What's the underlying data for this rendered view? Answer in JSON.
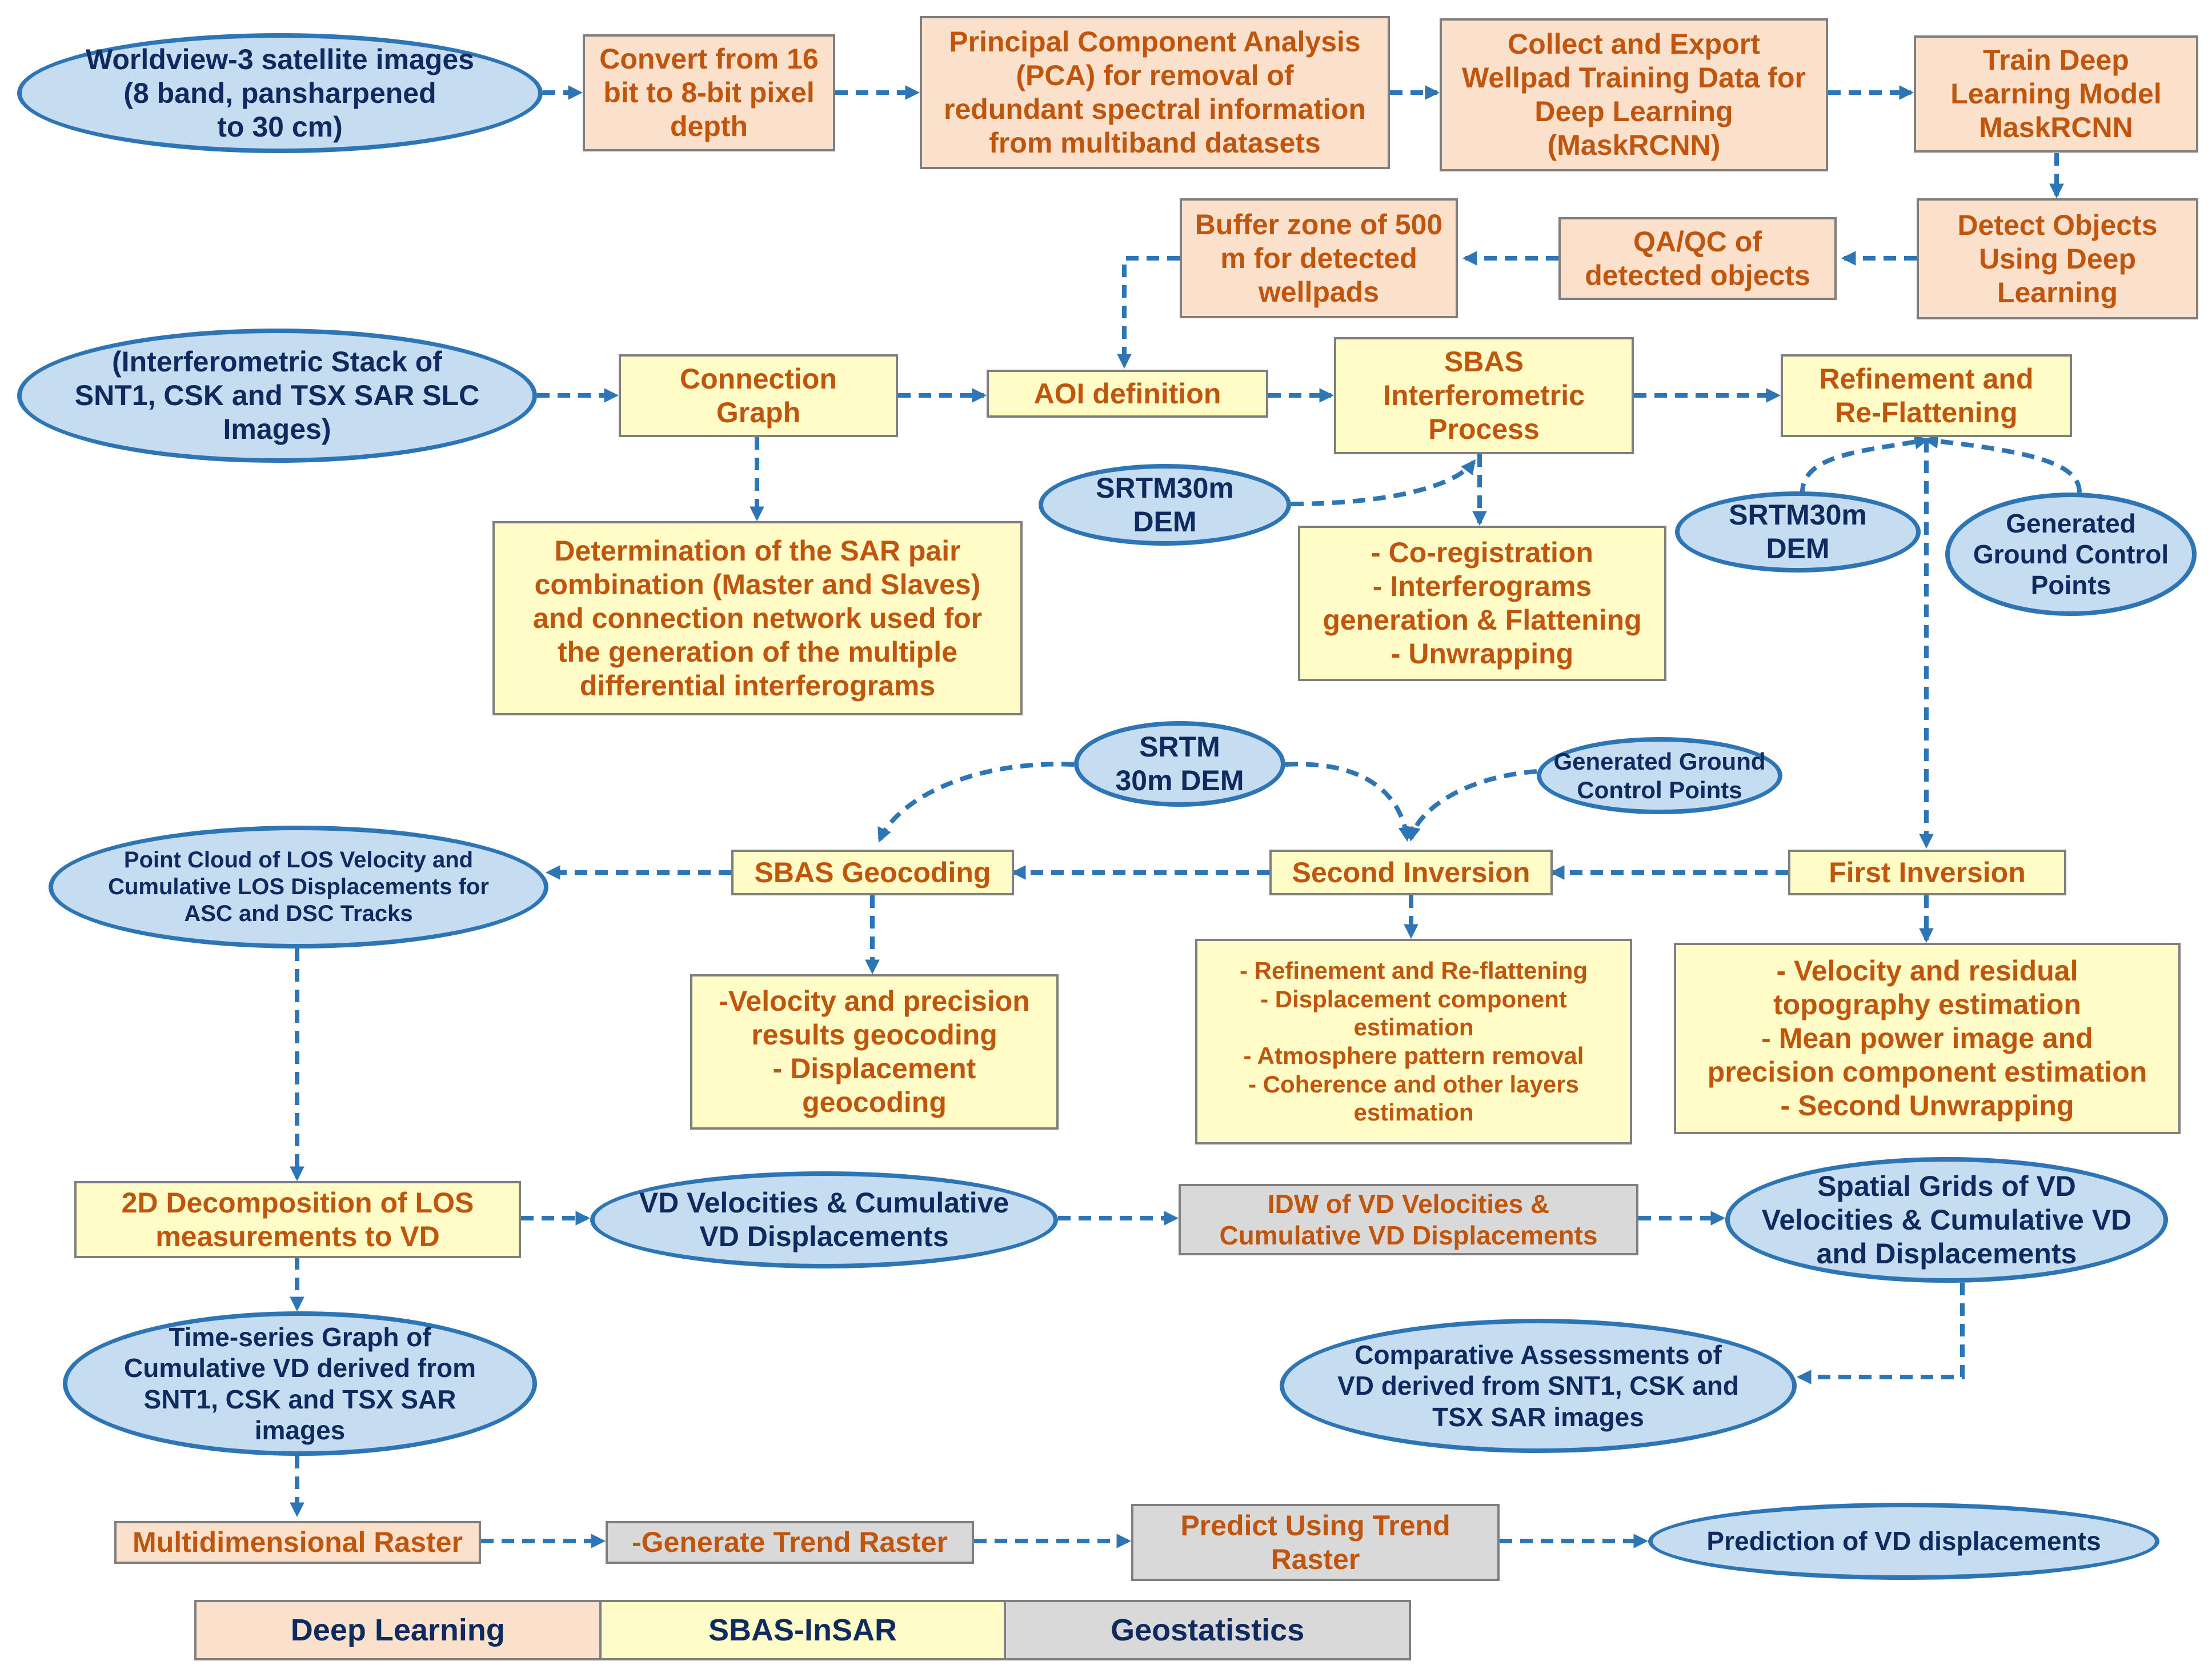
{
  "nodes": {
    "worldview": {
      "lines": [
        "Worldview-3 satellite images",
        "(8 band, pansharpened",
        "to 30 cm)"
      ]
    },
    "convert": {
      "lines": [
        "Convert from 16",
        "bit to 8-bit pixel",
        "depth"
      ]
    },
    "pca": {
      "lines": [
        "Principal Component Analysis",
        "(PCA) for removal of",
        "redundant spectral information",
        "from multiband datasets"
      ]
    },
    "collect": {
      "lines": [
        "Collect and Export",
        "Wellpad Training Data for",
        "Deep Learning",
        "(MaskRCNN)"
      ]
    },
    "train": {
      "lines": [
        "Train Deep",
        "Learning Model",
        "MaskRCNN"
      ]
    },
    "detect": {
      "lines": [
        "Detect Objects",
        "Using Deep",
        "Learning"
      ]
    },
    "qaqc": {
      "lines": [
        "QA/QC of",
        "detected objects"
      ]
    },
    "buffer": {
      "lines": [
        "Buffer zone of 500",
        "m for detected",
        "wellpads"
      ]
    },
    "insar_stack": {
      "lines": [
        "(Interferometric Stack of",
        "SNT1, CSK and TSX SAR SLC",
        "Images)"
      ]
    },
    "connection_graph": {
      "lines": [
        "Connection",
        "Graph"
      ]
    },
    "aoi": {
      "lines": [
        "AOI definition"
      ]
    },
    "sbas_process": {
      "lines": [
        "SBAS",
        "Interferometric",
        "Process"
      ]
    },
    "refinement": {
      "lines": [
        "Refinement and",
        "Re-Flattening"
      ]
    },
    "srtm1": {
      "lines": [
        "SRTM30m",
        "DEM"
      ]
    },
    "srtm2": {
      "lines": [
        "SRTM30m",
        "DEM"
      ]
    },
    "gcp1": {
      "lines": [
        "Generated",
        "Ground Control",
        "Points"
      ]
    },
    "determination": {
      "lines": [
        "Determination of the SAR pair",
        "combination (Master and Slaves)",
        "and connection network used for",
        "the generation of the multiple",
        "differential interferograms"
      ]
    },
    "coreg": {
      "lines": [
        "- Co-registration",
        "- Interferograms",
        "generation & Flattening",
        "- Unwrapping"
      ]
    },
    "srtm3": {
      "lines": [
        "SRTM",
        "30m DEM"
      ]
    },
    "gcp2": {
      "lines": [
        "Generated Ground",
        "Control Points"
      ]
    },
    "pointcloud": {
      "lines": [
        "Point Cloud of LOS Velocity and",
        "Cumulative LOS Displacements for",
        "ASC and DSC Tracks"
      ]
    },
    "sbas_geocoding": {
      "lines": [
        "SBAS Geocoding"
      ]
    },
    "second_inversion": {
      "lines": [
        "Second Inversion"
      ]
    },
    "first_inversion": {
      "lines": [
        "First Inversion"
      ]
    },
    "velocity_geocoding": {
      "lines": [
        "-Velocity and precision",
        "results geocoding",
        "- Displacement",
        "geocoding"
      ]
    },
    "second_list": {
      "lines": [
        "- Refinement and Re-flattening",
        "- Displacement component",
        "estimation",
        "- Atmosphere pattern removal",
        "- Coherence and other layers",
        "estimation"
      ]
    },
    "first_list": {
      "lines": [
        "- Velocity and residual",
        "topography estimation",
        "- Mean power image and",
        "precision component estimation",
        "- Second Unwrapping"
      ]
    },
    "decomp": {
      "lines": [
        "2D Decomposition of LOS",
        "measurements to VD"
      ]
    },
    "vd_velocities": {
      "lines": [
        "VD Velocities & Cumulative",
        "VD Displacements"
      ]
    },
    "idw": {
      "lines": [
        "IDW of VD Velocities &",
        "Cumulative VD Displacements"
      ]
    },
    "spatial_grids": {
      "lines": [
        "Spatial Grids of VD",
        "Velocities & Cumulative VD",
        "and Displacements"
      ]
    },
    "timeseries": {
      "lines": [
        "Time-series Graph of",
        "Cumulative VD derived from",
        "SNT1, CSK and TSX SAR",
        "images"
      ]
    },
    "comparative": {
      "lines": [
        "Comparative Assessments of",
        "VD derived from SNT1, CSK and",
        "TSX SAR images"
      ]
    },
    "multiraster": {
      "lines": [
        "Multidimensional Raster"
      ]
    },
    "trend": {
      "lines": [
        "-Generate Trend Raster"
      ]
    },
    "predict": {
      "lines": [
        "Predict Using Trend",
        "Raster"
      ]
    },
    "prediction": {
      "lines": [
        "Prediction of VD  displacements"
      ]
    }
  },
  "legend": {
    "deep_learning": "Deep Learning",
    "sbas_insar": "SBAS-InSAR",
    "geostatistics": "Geostatistics"
  },
  "colors": {
    "deep_learning_fill": "#fbe0cc",
    "sbas_insar_fill": "#fffcc8",
    "geostatistics_fill": "#d9d9d9",
    "box_text": "#c0560d",
    "oval_fill": "#c6dcf1",
    "oval_border": "#2e75b6",
    "oval_text": "#0f2a5e",
    "arrow": "#2e75b6"
  }
}
